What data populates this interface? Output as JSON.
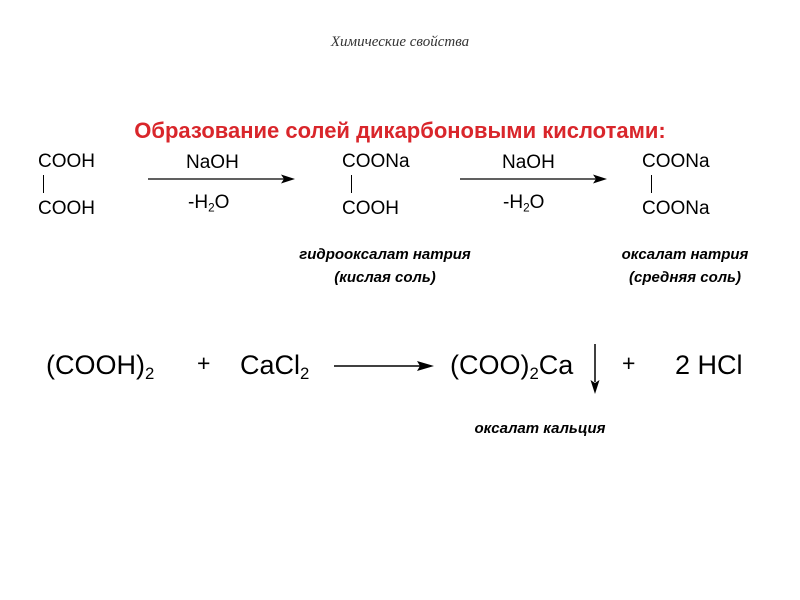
{
  "header": "Химические свойства",
  "title": "Образование солей дикарбоновыми кислотами:",
  "scheme": {
    "acid": {
      "top": "COOH",
      "bottom": "COOH"
    },
    "arrow1": {
      "reagent": "NaOH",
      "byproduct_prefix": "-H",
      "byproduct_sub": "2",
      "byproduct_suffix": "O"
    },
    "hydro_salt": {
      "top": "COONa",
      "bottom": "COOH"
    },
    "arrow2": {
      "reagent": "NaOH",
      "byproduct_prefix": "-H",
      "byproduct_sub": "2",
      "byproduct_suffix": "O"
    },
    "neutral_salt": {
      "top": "COONa",
      "bottom": "COONa"
    },
    "caption1": {
      "line1": "гидрооксалат натрия",
      "line2": "(кислая соль)"
    },
    "caption2": {
      "line1": "оксалат натрия",
      "line2": "(средняя соль)"
    }
  },
  "equation": {
    "reactant1_main": "(COOH)",
    "reactant1_sub": "2",
    "plus1": "+",
    "reactant2_main": "CaCl",
    "reactant2_sub": "2",
    "product1_open": "(COO)",
    "product1_sub": "2",
    "product1_rest": "Ca",
    "plus2": "+",
    "product2": "2 HCl",
    "caption": "оксалат кальция"
  }
}
